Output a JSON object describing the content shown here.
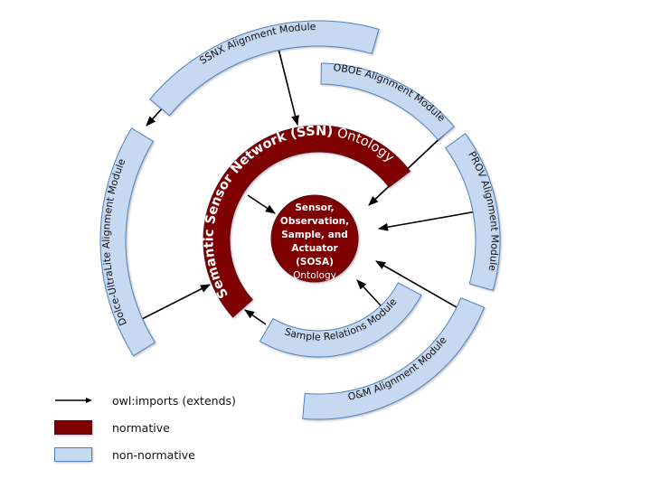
{
  "diagram": {
    "center": {
      "id": "sosa",
      "lines_bold": [
        "Sensor,",
        "Observation,",
        "Sample, and",
        "Actuator",
        "(SOSA)"
      ],
      "line_regular": "Ontology",
      "type": "normative"
    },
    "modules": [
      {
        "id": "ssn",
        "label_bold": "Semantic Sensor Network (SSN)",
        "label_regular": " Ontology",
        "type": "normative"
      },
      {
        "id": "ssnx",
        "label": "SSNX Alignment Module",
        "type": "non-normative"
      },
      {
        "id": "dolce",
        "label": "Dolce-UltraLite Alignment Module",
        "type": "non-normative"
      },
      {
        "id": "oboe",
        "label": "OBOE Alignment Module",
        "type": "non-normative"
      },
      {
        "id": "prov",
        "label": "PROV Alignment Module",
        "type": "non-normative"
      },
      {
        "id": "om",
        "label": "O&M Alignment Module",
        "type": "non-normative"
      },
      {
        "id": "sample-relations",
        "label": "Sample Relations Module",
        "type": "non-normative"
      }
    ],
    "imports": [
      {
        "from": "ssn",
        "to": "sosa"
      },
      {
        "from": "ssnx",
        "to": "ssn"
      },
      {
        "from": "ssnx",
        "to": "dolce"
      },
      {
        "from": "dolce",
        "to": "ssn"
      },
      {
        "from": "oboe",
        "to": "sosa"
      },
      {
        "from": "prov",
        "to": "sosa"
      },
      {
        "from": "om",
        "to": "sosa"
      },
      {
        "from": "sample-relations",
        "to": "sosa"
      },
      {
        "from": "sample-relations",
        "to": "ssn"
      }
    ]
  },
  "legend": {
    "items": [
      {
        "kind": "arrow",
        "label": "owl:imports (extends)"
      },
      {
        "kind": "normative",
        "label": "normative"
      },
      {
        "kind": "non-normative",
        "label": "non-normative"
      }
    ]
  },
  "colors": {
    "normative": "#7f0000",
    "non_normative": "#c6d9f1",
    "non_normative_border": "#4f81bd",
    "arrow": "#000000"
  }
}
